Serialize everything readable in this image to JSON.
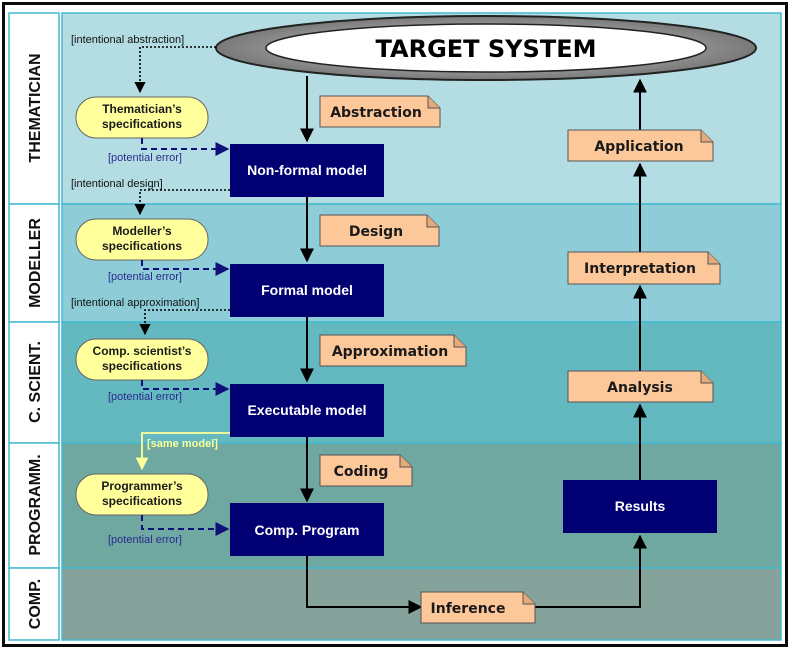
{
  "lanes": [
    {
      "label": "THEMATICIAN"
    },
    {
      "label": "MODELLER"
    },
    {
      "label": "C. SCIENT."
    },
    {
      "label": "PROGRAMM."
    },
    {
      "label": "COMP."
    }
  ],
  "target": {
    "label": "TARGET SYSTEM"
  },
  "models": {
    "nonformal": "Non-formal model",
    "formal": "Formal model",
    "executable": "Executable model",
    "program": "Comp. Program",
    "results": "Results"
  },
  "steps": {
    "abstraction": "Abstraction",
    "design": "Design",
    "approximation": "Approximation",
    "coding": "Coding",
    "inference": "Inference",
    "analysis": "Analysis",
    "interpretation": "Interpretation",
    "application": "Application"
  },
  "specs": {
    "thematician": [
      "Thematician’s",
      "specifications"
    ],
    "modeller": [
      "Modeller’s",
      "specifications"
    ],
    "cscientist": [
      "Comp. scientist’s",
      "specifications"
    ],
    "programmer": [
      "Programmer’s",
      "specifications"
    ]
  },
  "annotations": {
    "intentional_abstraction": "[intentional abstraction]",
    "intentional_design": "[intentional design]",
    "intentional_approximation": "[intentional approximation]",
    "same_model": "[same model]",
    "potential_error": "[potential error]"
  },
  "colors": {
    "lane_thematician": "#b4dde3",
    "lane_modeller": "#8ecdd7",
    "lane_cscient": "#64b8c0",
    "lane_programm": "#6fa8a0",
    "lane_comp": "#85a39a",
    "model_box": "#000072",
    "note_fill": "#fcc89a",
    "spec_fill": "#ffff9c"
  }
}
